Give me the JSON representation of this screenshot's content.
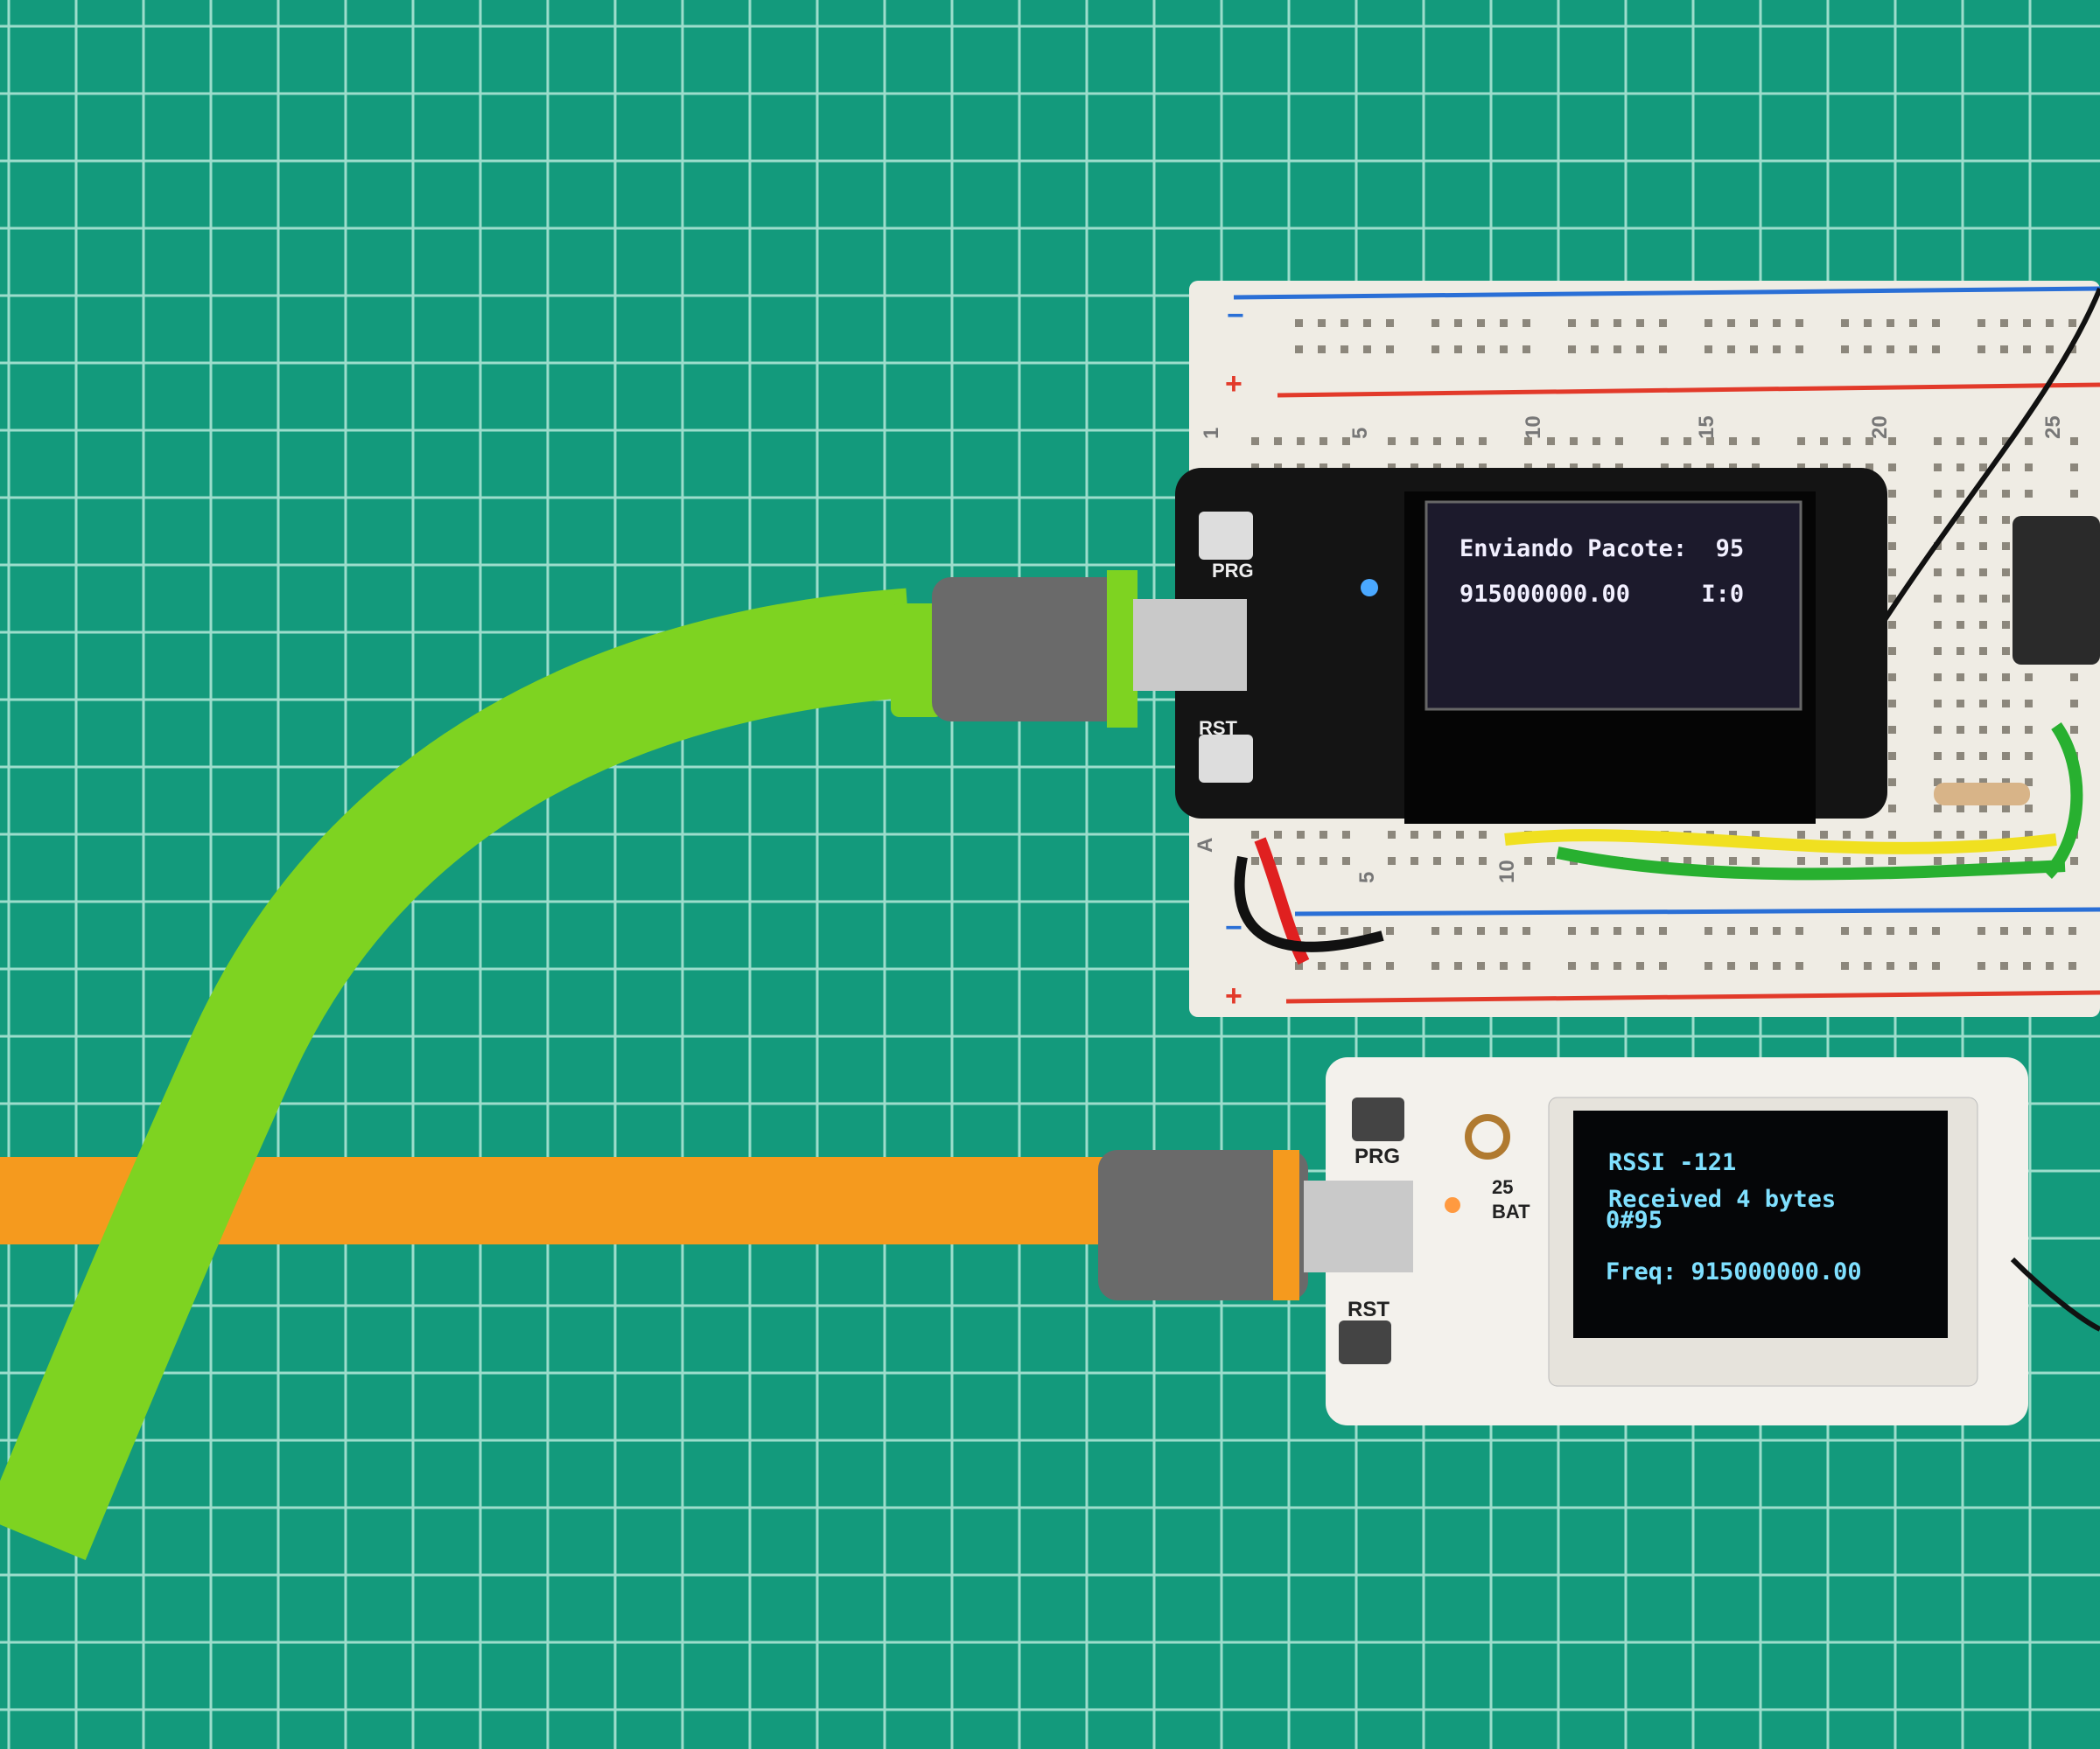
{
  "colors": {
    "mat": "#139a7c",
    "grid": "#bfeee0",
    "green_cable": "#7ed321",
    "orange_cable": "#f59a1e",
    "breadboard": "#efece4",
    "oled_tx": "#f2f0ff",
    "oled_rx": "#7fe0ff"
  },
  "transmitter": {
    "line1": "Enviando Pacote:  95",
    "line2": "915000000.00     I:0",
    "prg_label": "PRG",
    "rst_label": "RST"
  },
  "receiver": {
    "line1": "RSSI -121",
    "line2": "Received 4 bytes",
    "line3": "0#95",
    "line4": "Freq: 915000000.00",
    "prg_label": "PRG",
    "rst_label": "RST",
    "pin_label": "25",
    "bat_label": "BAT"
  },
  "breadboard": {
    "column_numbers": [
      "1",
      "5",
      "10",
      "15",
      "20",
      "25"
    ],
    "minus": "−",
    "plus": "+",
    "row_a": "A",
    "bottom_numbers": [
      "5",
      "10"
    ]
  }
}
